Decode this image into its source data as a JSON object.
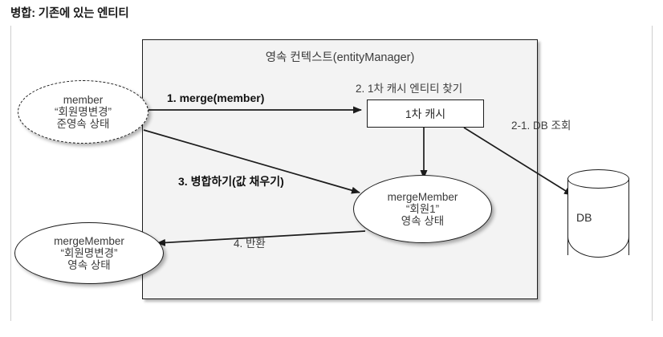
{
  "page": {
    "title": "병합: 기존에 있는 엔티티"
  },
  "persistence_context": {
    "title": "영속 컨텍스트(entityManager)",
    "cache": {
      "label": "1차 캐시"
    }
  },
  "nodes": {
    "member_detached": {
      "name": "member",
      "value": "“회원명변경”",
      "state": "준영속 상태"
    },
    "merge_member_managed": {
      "name": "mergeMember",
      "value": "“회원1”",
      "state": "영속 상태"
    },
    "merge_member_result": {
      "name": "mergeMember",
      "value": "“회원명변경”",
      "state": "영속 상태"
    },
    "database": {
      "label": "DB"
    }
  },
  "steps": [
    {
      "id": "step-1",
      "label": "1. merge(member)",
      "bold": true
    },
    {
      "id": "step-2",
      "label": "2. 1차 캐시 엔티티 찾기",
      "bold": false
    },
    {
      "id": "step-21",
      "label": "2-1. DB 조회",
      "bold": false
    },
    {
      "id": "step-3",
      "label": "3. 병합하기(값 채우기)",
      "bold": true
    },
    {
      "id": "step-4",
      "label": "4. 반환",
      "bold": false
    }
  ],
  "colors": {
    "stroke": "#1c1c1c",
    "box_fill": "#f3f3f3",
    "node_fill": "#ffffff",
    "text": "#3c3c3c",
    "title_text": "#1a1a1a",
    "edge_guide": "#cfcfcf"
  }
}
